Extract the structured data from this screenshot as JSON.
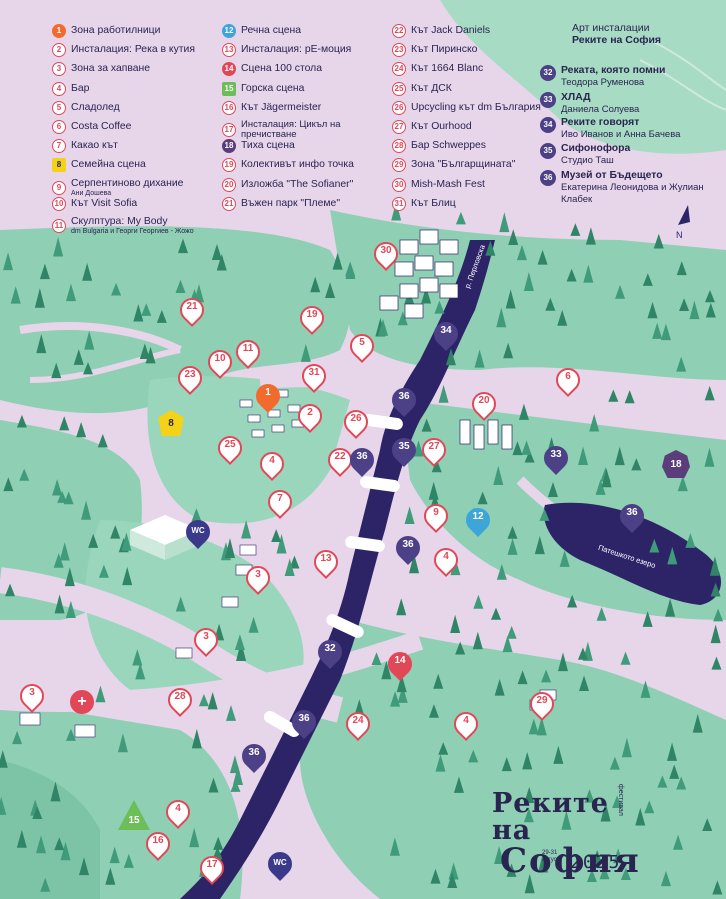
{
  "legend": {
    "items": [
      {
        "n": "1",
        "label": "Зона работилници",
        "style": "fill-orange"
      },
      {
        "n": "2",
        "label": "Инсталация: Река в кутия",
        "style": ""
      },
      {
        "n": "3",
        "label": "Зона за хапване",
        "style": ""
      },
      {
        "n": "4",
        "label": "Бар",
        "style": ""
      },
      {
        "n": "5",
        "label": "Сладолед",
        "style": ""
      },
      {
        "n": "6",
        "label": "Costa Coffee",
        "style": ""
      },
      {
        "n": "7",
        "label": "Какао кът",
        "style": ""
      },
      {
        "n": "8",
        "label": "Семейна сцена",
        "style": "fill-yellow"
      },
      {
        "n": "9",
        "label": "Серпентиново дихание",
        "sub": "Ани Дошева",
        "style": ""
      },
      {
        "n": "10",
        "label": "Кът Visit Sofia",
        "style": ""
      },
      {
        "n": "11",
        "label": "Скулптура: My Body",
        "sub": "dm Bulgaria и Георги Георгиев - Жожо",
        "style": ""
      },
      {
        "n": "12",
        "label": "Речна сцена",
        "style": "fill-blue"
      },
      {
        "n": "13",
        "label": "Инсталация: рЕ-моция",
        "style": ""
      },
      {
        "n": "14",
        "label": "Сцена 100 стола",
        "style": "fill-red"
      },
      {
        "n": "15",
        "label": "Горска сцена",
        "style": "fill-green"
      },
      {
        "n": "16",
        "label": "Кът Jägermeister",
        "style": ""
      },
      {
        "n": "17",
        "label": "Инсталация: Цикъл на пречистване",
        "style": ""
      },
      {
        "n": "18",
        "label": "Тиха сцена",
        "style": "fill-purple"
      },
      {
        "n": "19",
        "label": "Колективът инфо точка",
        "style": ""
      },
      {
        "n": "20",
        "label": "Изложба \"The Sofianer\"",
        "style": ""
      },
      {
        "n": "21",
        "label": "Въжен парк \"Племе\"",
        "style": ""
      },
      {
        "n": "22",
        "label": "Кът Jack Daniels",
        "style": ""
      },
      {
        "n": "23",
        "label": "Кът Пиринско",
        "style": ""
      },
      {
        "n": "24",
        "label": "Кът 1664 Blanc",
        "style": ""
      },
      {
        "n": "25",
        "label": "Кът ДСК",
        "style": ""
      },
      {
        "n": "26",
        "label": "Upcycling кът dm България",
        "style": ""
      },
      {
        "n": "27",
        "label": "Кът Ourhood",
        "style": ""
      },
      {
        "n": "28",
        "label": "Бар Schweppes",
        "style": ""
      },
      {
        "n": "29",
        "label": "Зона \"Българщината\"",
        "style": ""
      },
      {
        "n": "30",
        "label": "Mish-Mash Fest",
        "style": ""
      },
      {
        "n": "31",
        "label": "Кът Блиц",
        "style": ""
      }
    ],
    "art_header_1": "Арт инсталации",
    "art_header_2": "Реките на София",
    "art": [
      {
        "n": "32",
        "title": "Реката, която помни",
        "author": "Теодора Руменова"
      },
      {
        "n": "33",
        "title": "ХЛАД",
        "author": "Даниела Солуева"
      },
      {
        "n": "34",
        "title": "Реките говорят",
        "author": "Иво Иванов и Анна Бачева"
      },
      {
        "n": "35",
        "title": "Сифонофора",
        "author": "Студио Таш"
      },
      {
        "n": "36",
        "title": "Музей от Бъдещето",
        "author": "Екатерина Леонидова и Жулиан Клабек"
      }
    ]
  },
  "map": {
    "compass": "N",
    "river_label": "р. Перловска",
    "lake_label": "Патешкото езеро",
    "wc_label": "WC",
    "pins": [
      {
        "n": "30",
        "style": ""
      },
      {
        "n": "21",
        "style": ""
      },
      {
        "n": "19",
        "style": ""
      },
      {
        "n": "10",
        "style": ""
      },
      {
        "n": "11",
        "style": ""
      },
      {
        "n": "5",
        "style": ""
      },
      {
        "n": "34",
        "style": "purple"
      },
      {
        "n": "23",
        "style": ""
      },
      {
        "n": "31",
        "style": ""
      },
      {
        "n": "1",
        "style": "orange"
      },
      {
        "n": "6",
        "style": ""
      },
      {
        "n": "36",
        "style": "purple"
      },
      {
        "n": "20",
        "style": ""
      },
      {
        "n": "2",
        "style": ""
      },
      {
        "n": "26",
        "style": ""
      },
      {
        "n": "25",
        "style": ""
      },
      {
        "n": "4",
        "style": ""
      },
      {
        "n": "22",
        "style": ""
      },
      {
        "n": "36",
        "style": "purple"
      },
      {
        "n": "35",
        "style": "purple"
      },
      {
        "n": "27",
        "style": ""
      },
      {
        "n": "33",
        "style": "purple"
      },
      {
        "n": "7",
        "style": ""
      },
      {
        "n": "WC",
        "style": "wc"
      },
      {
        "n": "9",
        "style": ""
      },
      {
        "n": "12",
        "style": "blue"
      },
      {
        "n": "36",
        "style": "purple"
      },
      {
        "n": "3",
        "style": ""
      },
      {
        "n": "13",
        "style": ""
      },
      {
        "n": "4",
        "style": ""
      },
      {
        "n": "3",
        "style": ""
      },
      {
        "n": "32",
        "style": "purple"
      },
      {
        "n": "14",
        "style": "red"
      },
      {
        "n": "3",
        "style": ""
      },
      {
        "n": "28",
        "style": ""
      },
      {
        "n": "36",
        "style": "purple"
      },
      {
        "n": "24",
        "style": ""
      },
      {
        "n": "4",
        "style": ""
      },
      {
        "n": "29",
        "style": ""
      },
      {
        "n": "36",
        "style": "purple"
      },
      {
        "n": "4",
        "style": ""
      },
      {
        "n": "16",
        "style": ""
      },
      {
        "n": "17",
        "style": ""
      },
      {
        "n": "WC",
        "style": "wc"
      },
      {
        "n": "36",
        "style": "purple"
      }
    ],
    "special": {
      "p8": "8",
      "p15": "15",
      "p18": "18"
    }
  },
  "logo": {
    "line1": "Реките на",
    "line2": "София",
    "year": "2025",
    "festival": "фестивал",
    "dates_1": "29-31",
    "dates_2": "август"
  },
  "colors": {
    "river": "#2d2468",
    "grass": "#8fcfb4",
    "tree": "#3f9b7a",
    "path": "#e7d5ea",
    "pin": "#e24758",
    "art": "#4c4086"
  }
}
